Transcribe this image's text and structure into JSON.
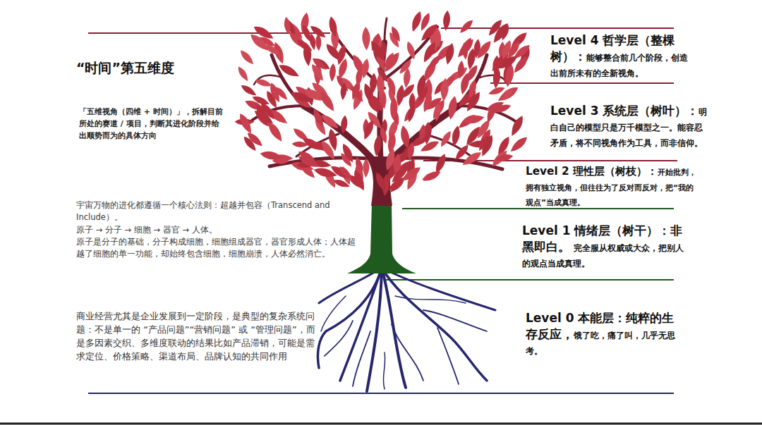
{
  "diagram": {
    "labels": [
      "“时间”第五维度",
      "「五维视角（四维 + 时间）」，拆解目前所处的赛道 / 项目，判断其进化阶段并给出顺势而为的具体方向",
      "宇宙万物的进化都遵循一个核心法则：超越并包容（Transcend and Include）。",
      "原子 → 分子 → 细胞 → 器官 → 人体。",
      "原子是分子的基础，分子构成细胞，细胞组成器官，器官形成人体；人体超越了细胞的单一功能，却始终包含细胞，细胞崩溃，人体必然消亡。",
      "商业经营尤其是企业发展到一定阶段，是典型的复杂系统问题：不是单一的 “产品问题”“营销问题” 或 “管理问题”，而是多因素交织、多维度联动的结果比如产品滞销，可能是需求定位、价格策略、渠道布局、品牌认知的共同作用",
      "Level 4 哲学层（整棵树）：",
      "能够整合前几个阶段，创造出前所未有的全新视角。",
      "Level 3 系统层（树叶）：",
      "明白自己的模型只是万千模型之一。能容忍矛盾，将不同视角作为工具，而非信仰。",
      "Level 2 理性层（树枝）：",
      "开始批判，拥有独立视角，但往往为了反对而反对，把“我的观点”当成真理。",
      "Level 1 情绪层（树干）：",
      "非黑即白。",
      "完全服从权威或大众，把别人的观点当成真理。",
      "Level 0 本能层：纯粹的生存反应，",
      "饿了吃，痛了叫，几乎无思考。"
    ]
  }
}
